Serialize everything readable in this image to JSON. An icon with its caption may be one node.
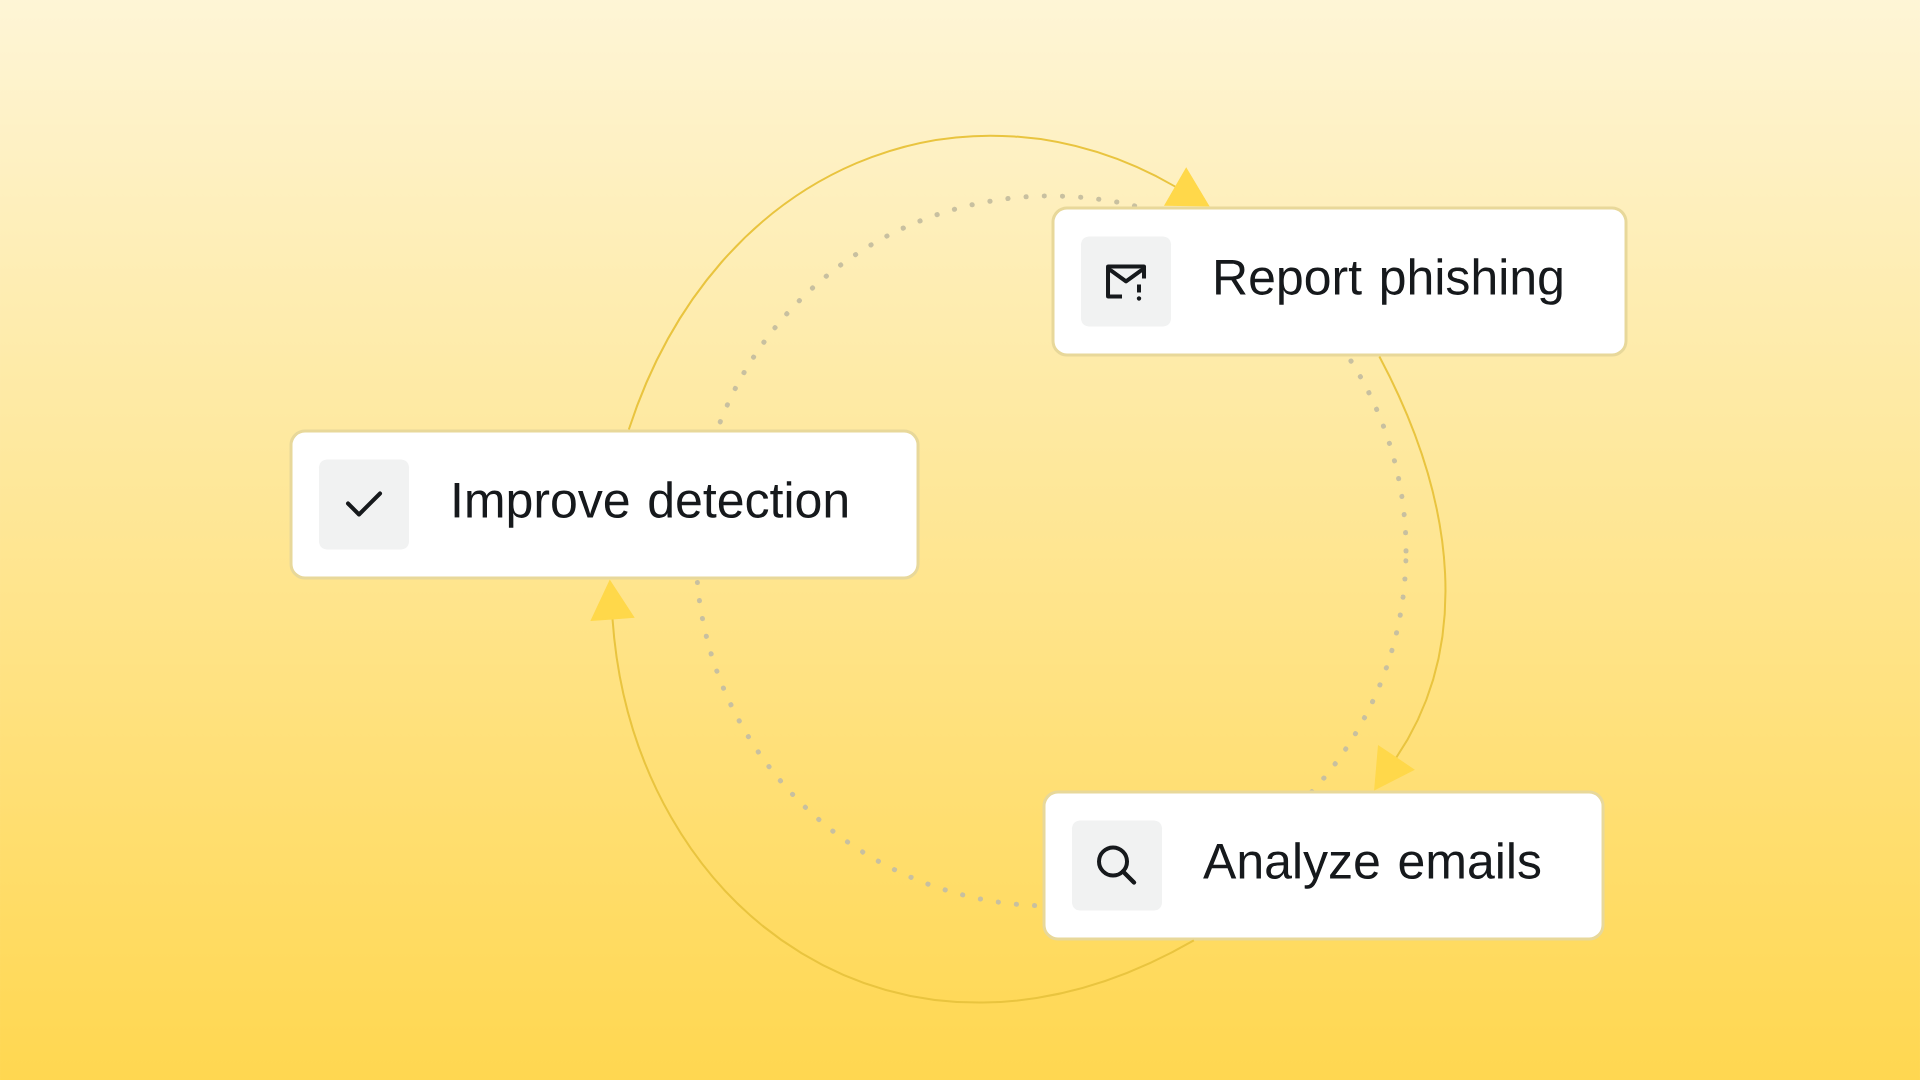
{
  "diagram": {
    "nodes": [
      {
        "text": [
          "Report phishing"
        ]
      },
      {
        "text": [
          "Analyze emails"
        ]
      },
      {
        "text": [
          "Improve detection"
        ]
      }
    ],
    "edges": [
      {
        "from": 0,
        "to": 1,
        "arrow": "to"
      },
      {
        "from": 1,
        "to": 2,
        "arrow": "to"
      },
      {
        "from": 2,
        "to": 0,
        "arrow": "to"
      }
    ]
  }
}
